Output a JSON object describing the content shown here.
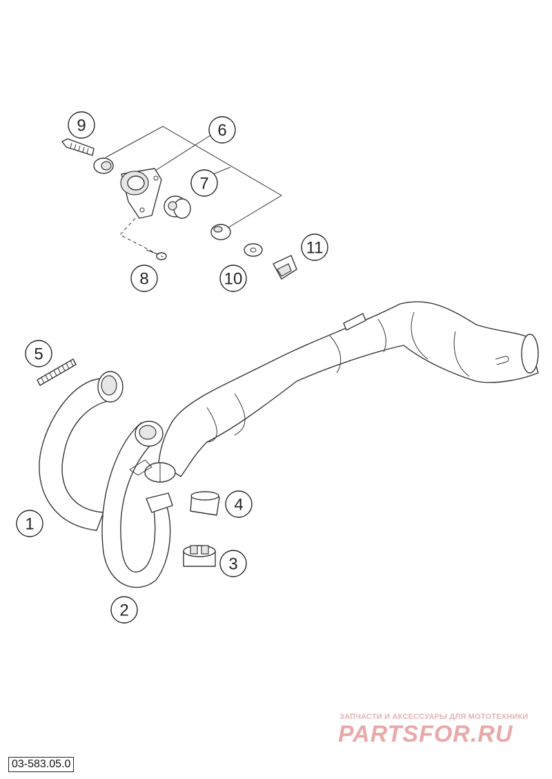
{
  "callouts": {
    "c1": "1",
    "c2": "2",
    "c3": "3",
    "c4": "4",
    "c5": "5",
    "c6": "6",
    "c7": "7",
    "c8": "8",
    "c9": "9",
    "c10": "10",
    "c11": "11"
  },
  "drawing_number": "03-583.05.0",
  "watermark": {
    "tagline": "ЗАПЧАСТИ И АКСЕССУАРЫ ДЛЯ МОТОТЕХНИКИ",
    "logo": "PARTSFOR.RU"
  }
}
